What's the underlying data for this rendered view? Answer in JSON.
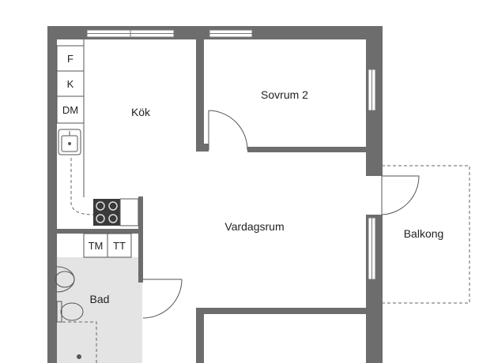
{
  "rooms": {
    "kitchen": "Kök",
    "bedroom2": "Sovrum 2",
    "living": "Vardagsrum",
    "balcony": "Balkong",
    "bathroom": "Bad"
  },
  "fixtures": {
    "freezer": "F",
    "fridge": "K",
    "dishwasher": "DM",
    "washer": "TM",
    "dryer": "TT"
  },
  "colors": {
    "wall": "#6d6d6d",
    "bathroom_floor": "#e4e4e4"
  }
}
